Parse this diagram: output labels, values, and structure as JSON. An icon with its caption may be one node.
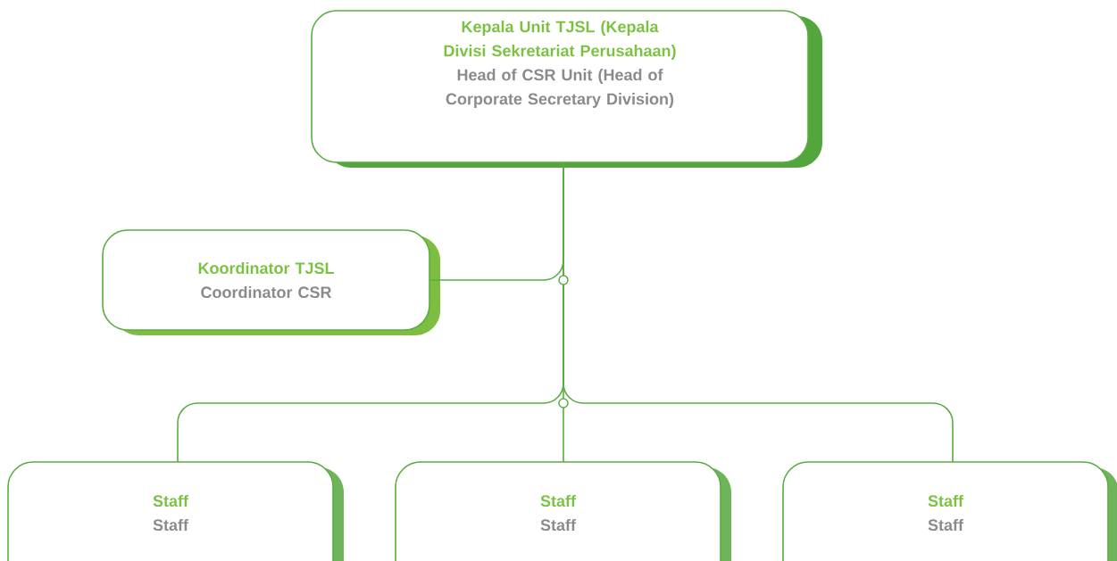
{
  "diagram": {
    "nodes": [
      {
        "text": [
          "Kepala Unit TJSL (Kepala Divisi Sekretariat Perusahaan)",
          "Head of CSR Unit (Head of Corporate Secretary Division)"
        ]
      },
      {
        "text": [
          "Koordinator TJSL",
          "Coordinator CSR"
        ]
      },
      {
        "text": [
          "Staff",
          "Staff"
        ]
      },
      {
        "text": [
          "Staff",
          "Staff"
        ]
      },
      {
        "text": [
          "Staff",
          "Staff"
        ]
      }
    ],
    "edges": [
      {
        "from": 0,
        "to": 1,
        "arrow": "none"
      },
      {
        "from": 0,
        "to": 2,
        "arrow": "none"
      },
      {
        "from": 0,
        "to": 3,
        "arrow": "none"
      },
      {
        "from": 0,
        "to": 4,
        "arrow": "none"
      }
    ]
  }
}
